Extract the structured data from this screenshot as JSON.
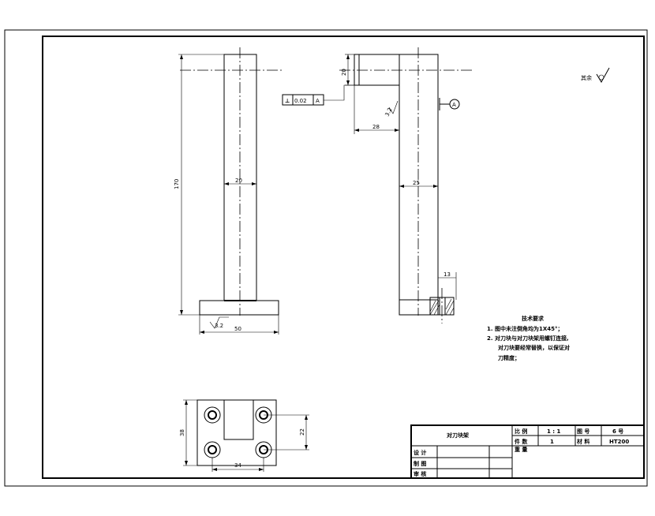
{
  "drawing": {
    "title": "对刀块架",
    "roughness_note": "其余",
    "tech_requirements": {
      "heading": "技术要求",
      "items": [
        "1.  图中未注倒角均为1X45°；",
        "2.  对刀块与对刀块架用螺钉连接,",
        "对刀块要经常替换，以保证对",
        "刀精度；"
      ]
    },
    "dimensions": {
      "front_height": "170",
      "front_width": "20",
      "base_width": "50",
      "base_roughness": "3.2",
      "side_top": "20",
      "side_offset": "28",
      "side_width": "25",
      "side_hole": "13",
      "side_roughness": "3.2",
      "plan_height": "38",
      "plan_inner": "22",
      "plan_width": "34"
    },
    "tolerance": {
      "symbol": "⊥",
      "value": "0.02",
      "datum": "A",
      "datum_marker": "A"
    },
    "title_block": {
      "name": "对刀块架",
      "scale_label": "比  例",
      "scale_value": "1 : 1",
      "drawing_no_label": "图  号",
      "sheet": "6 号",
      "qty_label": "件  数",
      "qty_value": "1",
      "material_label": "材  料",
      "material_value": "HT200",
      "weight_label": "重  量",
      "design_label": "设  计",
      "draw_label": "制  图",
      "review_label": "审  核"
    }
  }
}
